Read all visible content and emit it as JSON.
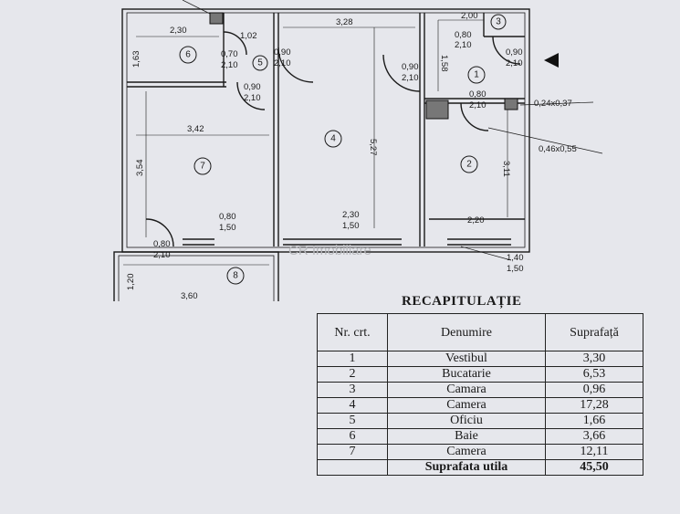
{
  "plan": {
    "watermark": "CR Imobiliare",
    "rooms": [
      {
        "num": "1"
      },
      {
        "num": "2"
      },
      {
        "num": "3"
      },
      {
        "num": "4"
      },
      {
        "num": "5"
      },
      {
        "num": "6"
      },
      {
        "num": "7"
      },
      {
        "num": "8"
      }
    ],
    "dimensions": {
      "baie_w": "2,30",
      "baie_h": "1,63",
      "baie_door_w": "0,70",
      "baie_door_h": "2,10",
      "oficiu_w": "1,02",
      "oficiu_door1_w": "0,90",
      "oficiu_door1_h": "2,10",
      "oficiu_door2_w": "0,90",
      "oficiu_door2_h": "2,10",
      "camera4_w": "3,28",
      "camera4_h": "5,27",
      "camera4_open_w": "2,30",
      "camera4_open_h": "1,50",
      "camera7_w": "3,42",
      "camera7_h": "3,54",
      "camera7_window_w": "0,80",
      "camera7_window_h": "1,50",
      "balcony_door_w": "0,80",
      "balcony_door_h": "2,10",
      "balcony_w": "3,60",
      "balcony_h": "1,20",
      "top_right_w": "2,00",
      "vestibul_door_left_w": "0,90",
      "vestibul_door_left_h": "2,10",
      "vestibul_h": "1,58",
      "camara_door_w": "0,80",
      "camara_door_h": "2,10",
      "entry_door_w": "0,90",
      "entry_door_h": "2,10",
      "bucatarie_door_w": "0,80",
      "bucatarie_door_h": "2,10",
      "duct_small": "0,24x0,37",
      "duct_large": "0,46x0,55",
      "bucatarie_h": "3,11",
      "bucatarie_w": "2,20",
      "bucatarie_window_w": "1,40",
      "bucatarie_window_h": "1,50"
    }
  },
  "recap": {
    "title": "RECAPITULAȚIE",
    "headers": {
      "nr": "Nr. crt.",
      "denumire": "Denumire",
      "suprafata": "Suprafață"
    },
    "rows": [
      {
        "nr": "1",
        "name": "Vestibul",
        "area": "3,30"
      },
      {
        "nr": "2",
        "name": "Bucatarie",
        "area": "6,53"
      },
      {
        "nr": "3",
        "name": "Camara",
        "area": "0,96"
      },
      {
        "nr": "4",
        "name": "Camera",
        "area": "17,28"
      },
      {
        "nr": "5",
        "name": "Oficiu",
        "area": "1,66"
      },
      {
        "nr": "6",
        "name": "Baie",
        "area": "3,66"
      },
      {
        "nr": "7",
        "name": "Camera",
        "area": "12,11"
      }
    ],
    "total": {
      "nr": "",
      "name": "Suprafata utila",
      "area": "45,50"
    }
  }
}
